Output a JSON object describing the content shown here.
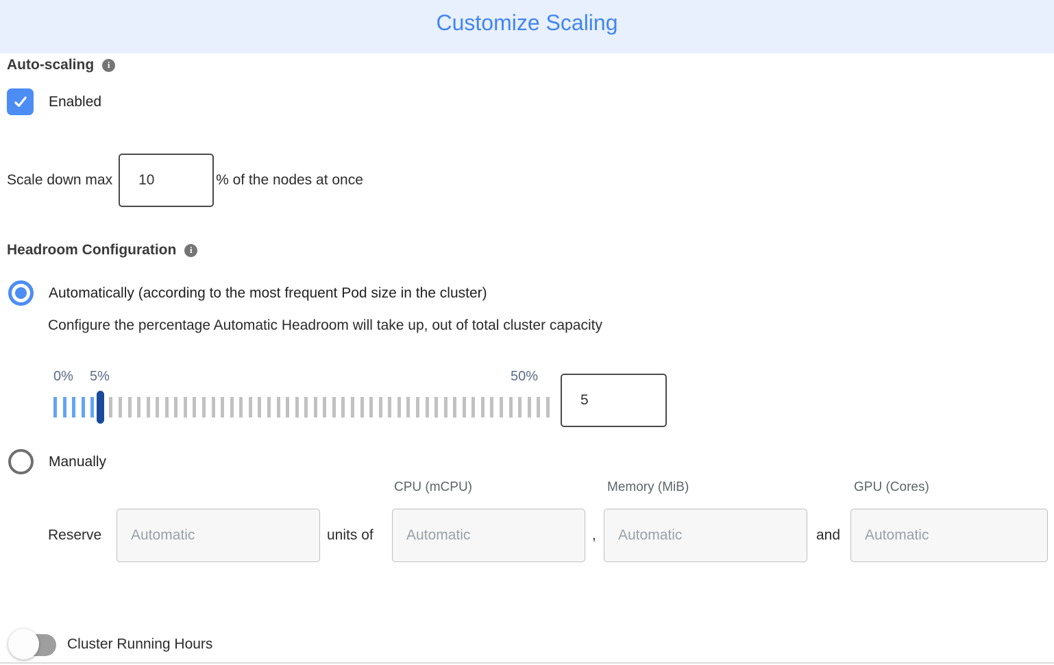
{
  "header": {
    "title": "Customize Scaling",
    "title_color": "#4285F4",
    "background": "#E8F0FE"
  },
  "auto_scaling": {
    "section_label": "Auto-scaling",
    "checkbox_label": "Enabled",
    "checkbox_checked": true,
    "checkbox_color": "#4C8DF5"
  },
  "scale_down": {
    "label": "Scale down max",
    "value": "10",
    "suffix": "% of the nodes at once"
  },
  "headroom": {
    "section_label": "Headroom Configuration",
    "auto_option_label": "Automatically (according to the most frequent Pod size in the cluster)",
    "auto_option_selected": true,
    "auto_description": "Configure the percentage Automatic Headroom will take up, out of total cluster capacity",
    "slider": {
      "min_label": "0%",
      "current_label": "5%",
      "max_label": "50%",
      "value": "5",
      "tick_count": 54,
      "active_ticks": 6,
      "handle_index": 5,
      "tick_color_active": "#64A4F4",
      "tick_color_inactive": "#C1C1C1",
      "handle_color": "#1A4B9B"
    },
    "manual_option_label": "Manually",
    "manual_option_selected": false
  },
  "reserve": {
    "label": "Reserve",
    "units_of_label": "units of",
    "comma_label": ",",
    "and_label": "and",
    "placeholder": "Automatic",
    "columns": [
      {
        "label": "CPU (mCPU)"
      },
      {
        "label": "Memory (MiB)"
      },
      {
        "label": "GPU (Cores)"
      }
    ]
  },
  "cluster_running_hours": {
    "label": "Cluster Running Hours",
    "enabled": false,
    "toggle_color_off": "#9E9E9E"
  }
}
